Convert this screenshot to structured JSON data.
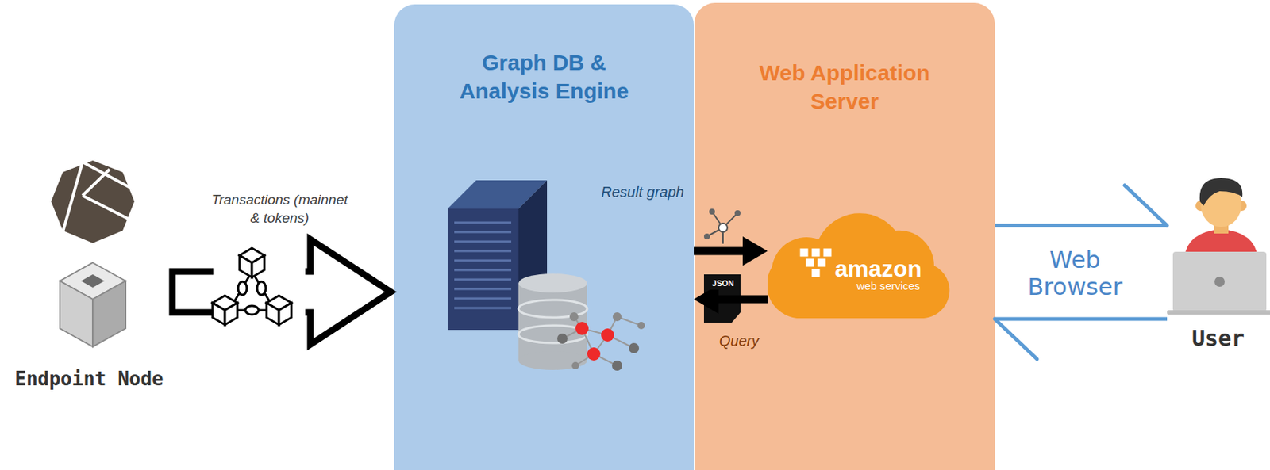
{
  "diagram": {
    "nodes": [
      {
        "text": [
          "Endpoint Node"
        ]
      },
      {
        "text": [
          "Graph DB & Analysis Engine"
        ]
      },
      {
        "text": [
          "Web Application Server"
        ]
      },
      {
        "text": [
          "amazon",
          "web services"
        ],
        "in": 2
      },
      {
        "text": [
          "User"
        ]
      }
    ],
    "edges": [
      {
        "from": 0,
        "to": 1,
        "label": "Transactions (mainnet & tokens)",
        "arrow": "to"
      },
      {
        "from": 1,
        "to": 3,
        "label": "Result graph",
        "arrow": "to"
      },
      {
        "from": 3,
        "to": 1,
        "label": "Query",
        "arrow": "to"
      },
      {
        "from": 2,
        "to": 4,
        "label": "Web Browser",
        "arrow": "to"
      },
      {
        "from": 4,
        "to": 2,
        "arrow": "to"
      }
    ],
    "labels": [
      "JSON"
    ]
  }
}
